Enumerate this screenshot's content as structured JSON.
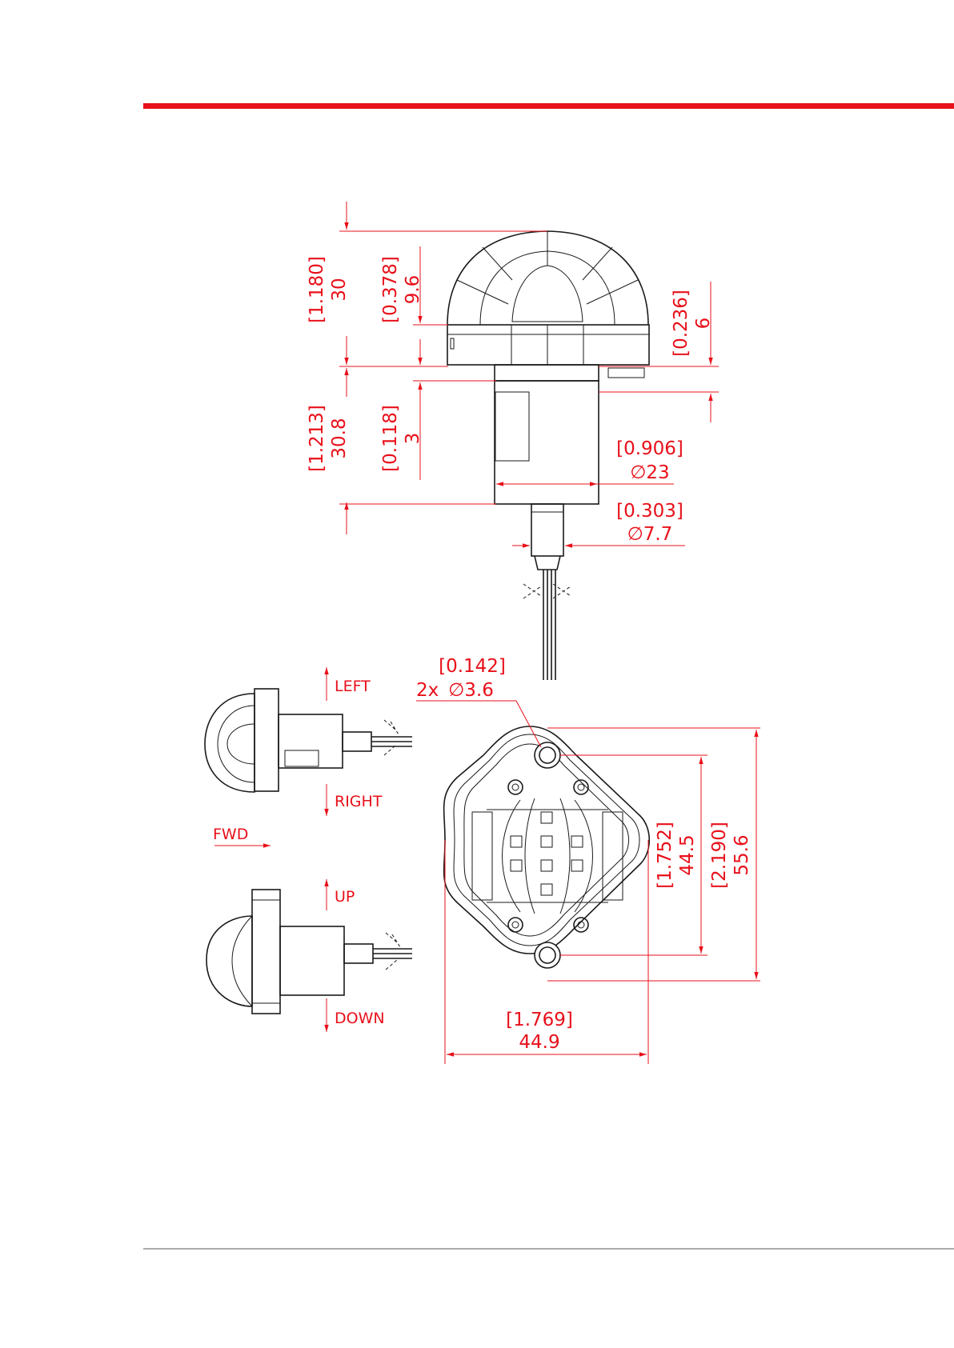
{
  "colors": {
    "accent": "#e8101a",
    "line": "#1a1a1a"
  },
  "side_view": {
    "dims": {
      "overall_top": {
        "in": "[1.180]",
        "mm": "30"
      },
      "dome": {
        "in": "[0.378]",
        "mm": "9.6"
      },
      "flange": {
        "in": "[0.236]",
        "mm": "6"
      },
      "body_length": {
        "in": "[1.213]",
        "mm": "30.8"
      },
      "body_step": {
        "in": "[0.118]",
        "mm": "3"
      },
      "body_diameter": {
        "in": "[0.906]",
        "mm": "23"
      },
      "cable_diameter": {
        "in": "[0.303]",
        "mm": "7.7"
      }
    }
  },
  "orientation": {
    "left": "LEFT",
    "right": "RIGHT",
    "fwd": "FWD",
    "up": "UP",
    "down": "DOWN"
  },
  "top_view": {
    "hole": {
      "in": "[0.142]",
      "qty": "2x",
      "mm": "3.6"
    },
    "hole_spacing": {
      "in": "[1.752]",
      "mm": "44.5"
    },
    "overall_length": {
      "in": "[2.190]",
      "mm": "55.6"
    },
    "width": {
      "in": "[1.769]",
      "mm": "44.9"
    }
  },
  "symbols": {
    "diameter": "∅"
  }
}
